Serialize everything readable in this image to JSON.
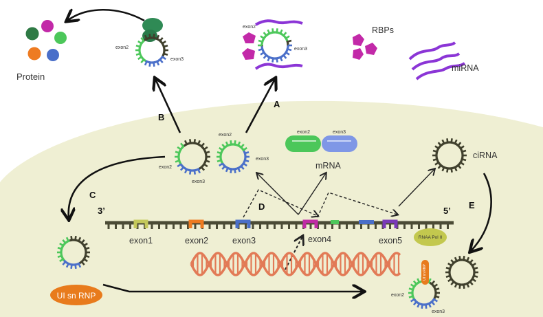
{
  "labels": {
    "protein": "Protein",
    "rbps": "RBPs",
    "mirna": "miRNA",
    "mrna": "mRNA",
    "cirna": "ciRNA",
    "rnaa_pol": "RNAA Pol II",
    "ui_sn_rnp": "UI sn RNP",
    "vertical_tag": "UI sn RNP",
    "strand_left": "3’",
    "strand_right": "5’",
    "exon2": "exon2",
    "exon3": "exon3",
    "exon_labels": [
      "exon1",
      "exon2",
      "exon3",
      "exon4",
      "exon5"
    ]
  },
  "pathways": {
    "a": "A",
    "b": "B",
    "c": "C",
    "d": "D",
    "e": "E"
  },
  "colors": {
    "cell": "#efefd3",
    "dark_ring": "#3f3f2c",
    "green": "#4cc75a",
    "blue": "#4a6fc9",
    "purple_rbp": "#c229a8",
    "mirna": "#8b35d6",
    "ribosome": "#2f8a55",
    "dna": "#e27a56",
    "exon1": "#c4c85a",
    "exon2": "#ee7b21",
    "exon3": "#4a6fc9",
    "exon4": "#c02aa5",
    "exon5": "#7a39b8",
    "orange_rnp": "#e87b1c",
    "pol2": "#c3c84e"
  }
}
